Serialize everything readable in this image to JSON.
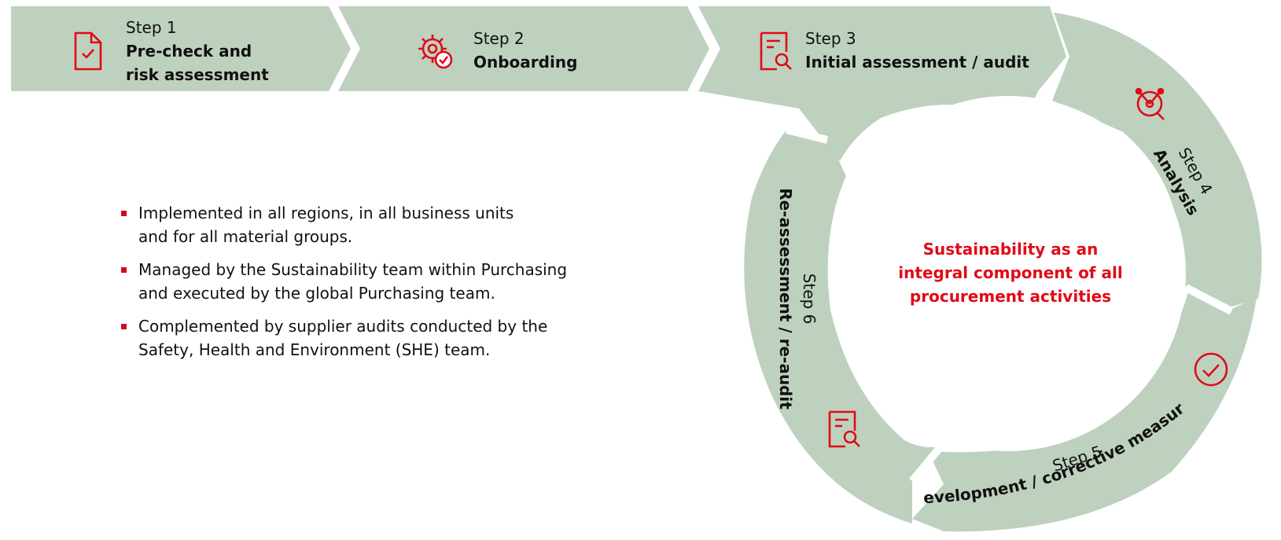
{
  "colors": {
    "band": "#bed1bf",
    "accent": "#e10a17",
    "text": "#111111"
  },
  "steps": [
    {
      "num": "Step 1",
      "title_line1": "Pre-check and",
      "title_line2": "risk assessment",
      "icon": "document-check-icon"
    },
    {
      "num": "Step 2",
      "title": "Onboarding",
      "icon": "gear-check-icon"
    },
    {
      "num": "Step 3",
      "title": "Initial assessment / audit",
      "icon": "document-search-icon"
    },
    {
      "num": "Step 4",
      "title": "Analysis",
      "icon": "target-analysis-icon"
    },
    {
      "num": "Step 5",
      "title": "Development / corrective measures",
      "icon": "check-circle-icon"
    },
    {
      "num": "Step 6",
      "title": "Re-assessment / re-audit",
      "icon": "document-search-icon"
    }
  ],
  "center": {
    "line1": "Sustainability as an",
    "line2": "integral component of all",
    "line3": "procurement activities"
  },
  "bullets": [
    {
      "line1": "Implemented in all regions, in all business units",
      "line2": "and for all material groups."
    },
    {
      "line1": "Managed by the Sustainability team within Purchasing",
      "line2": "and executed by the global Purchasing team."
    },
    {
      "line1": "Complemented by supplier audits conducted by the",
      "line2": "Safety, Health and Environment (SHE) team."
    }
  ]
}
